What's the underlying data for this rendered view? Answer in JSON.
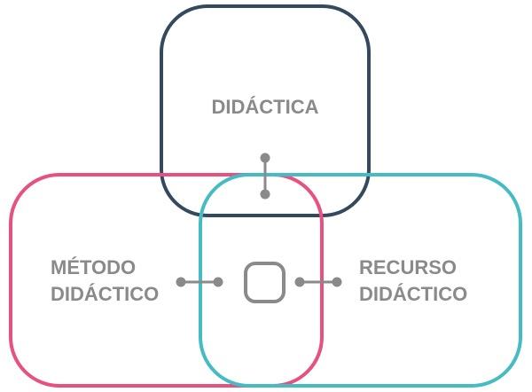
{
  "labels": {
    "top": "DIDÁCTICA",
    "left_line1": "MÉTODO",
    "left_line2": "DIDÁCTICO",
    "right_line1": "RECURSO",
    "right_line2": "DIDÁCTICO"
  },
  "colors": {
    "top_box": "#34495e",
    "left_box": "#e8507f",
    "right_box": "#45bcc4",
    "text_and_connectors": "#8a8a8a"
  }
}
